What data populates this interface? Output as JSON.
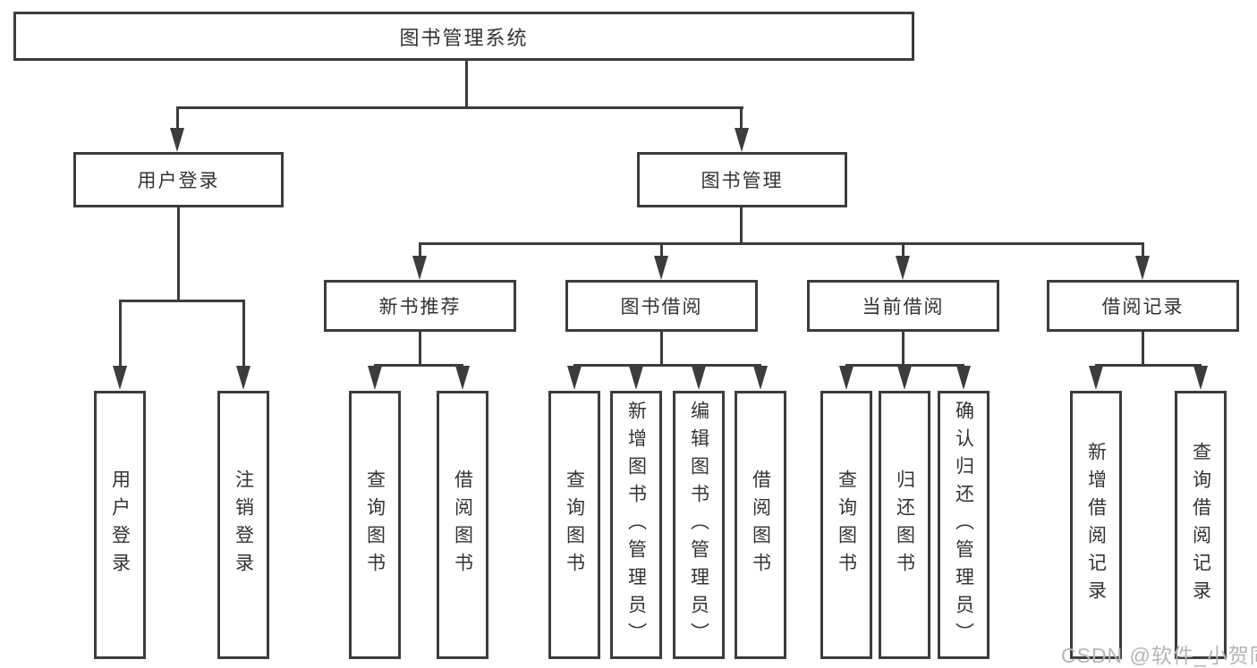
{
  "tree": {
    "root": {
      "label": "图书管理系统"
    },
    "branches": [
      {
        "label": "用户登录",
        "children": [
          {
            "label": "用户登录"
          },
          {
            "label": "注销登录"
          }
        ]
      },
      {
        "label": "图书管理",
        "children": [
          {
            "label": "新书推荐",
            "children": [
              {
                "label": "查询图书"
              },
              {
                "label": "借阅图书"
              }
            ]
          },
          {
            "label": "图书借阅",
            "children": [
              {
                "label": "查询图书"
              },
              {
                "label": "新增图书（管理员）"
              },
              {
                "label": "编辑图书（管理员）"
              },
              {
                "label": "借阅图书"
              }
            ]
          },
          {
            "label": "当前借阅",
            "children": [
              {
                "label": "查询图书"
              },
              {
                "label": "归还图书"
              },
              {
                "label": "确认归还（管理员）"
              }
            ]
          },
          {
            "label": "借阅记录",
            "children": [
              {
                "label": "新增借阅记录"
              },
              {
                "label": "查询借阅记录"
              }
            ]
          }
        ]
      }
    ]
  },
  "watermark": {
    "text": "CSDN @软件_小贺同学"
  },
  "colors": {
    "line": "#3c3c3c",
    "text": "#333333",
    "watermark": "#b5b5b5",
    "background": "#ffffff"
  }
}
